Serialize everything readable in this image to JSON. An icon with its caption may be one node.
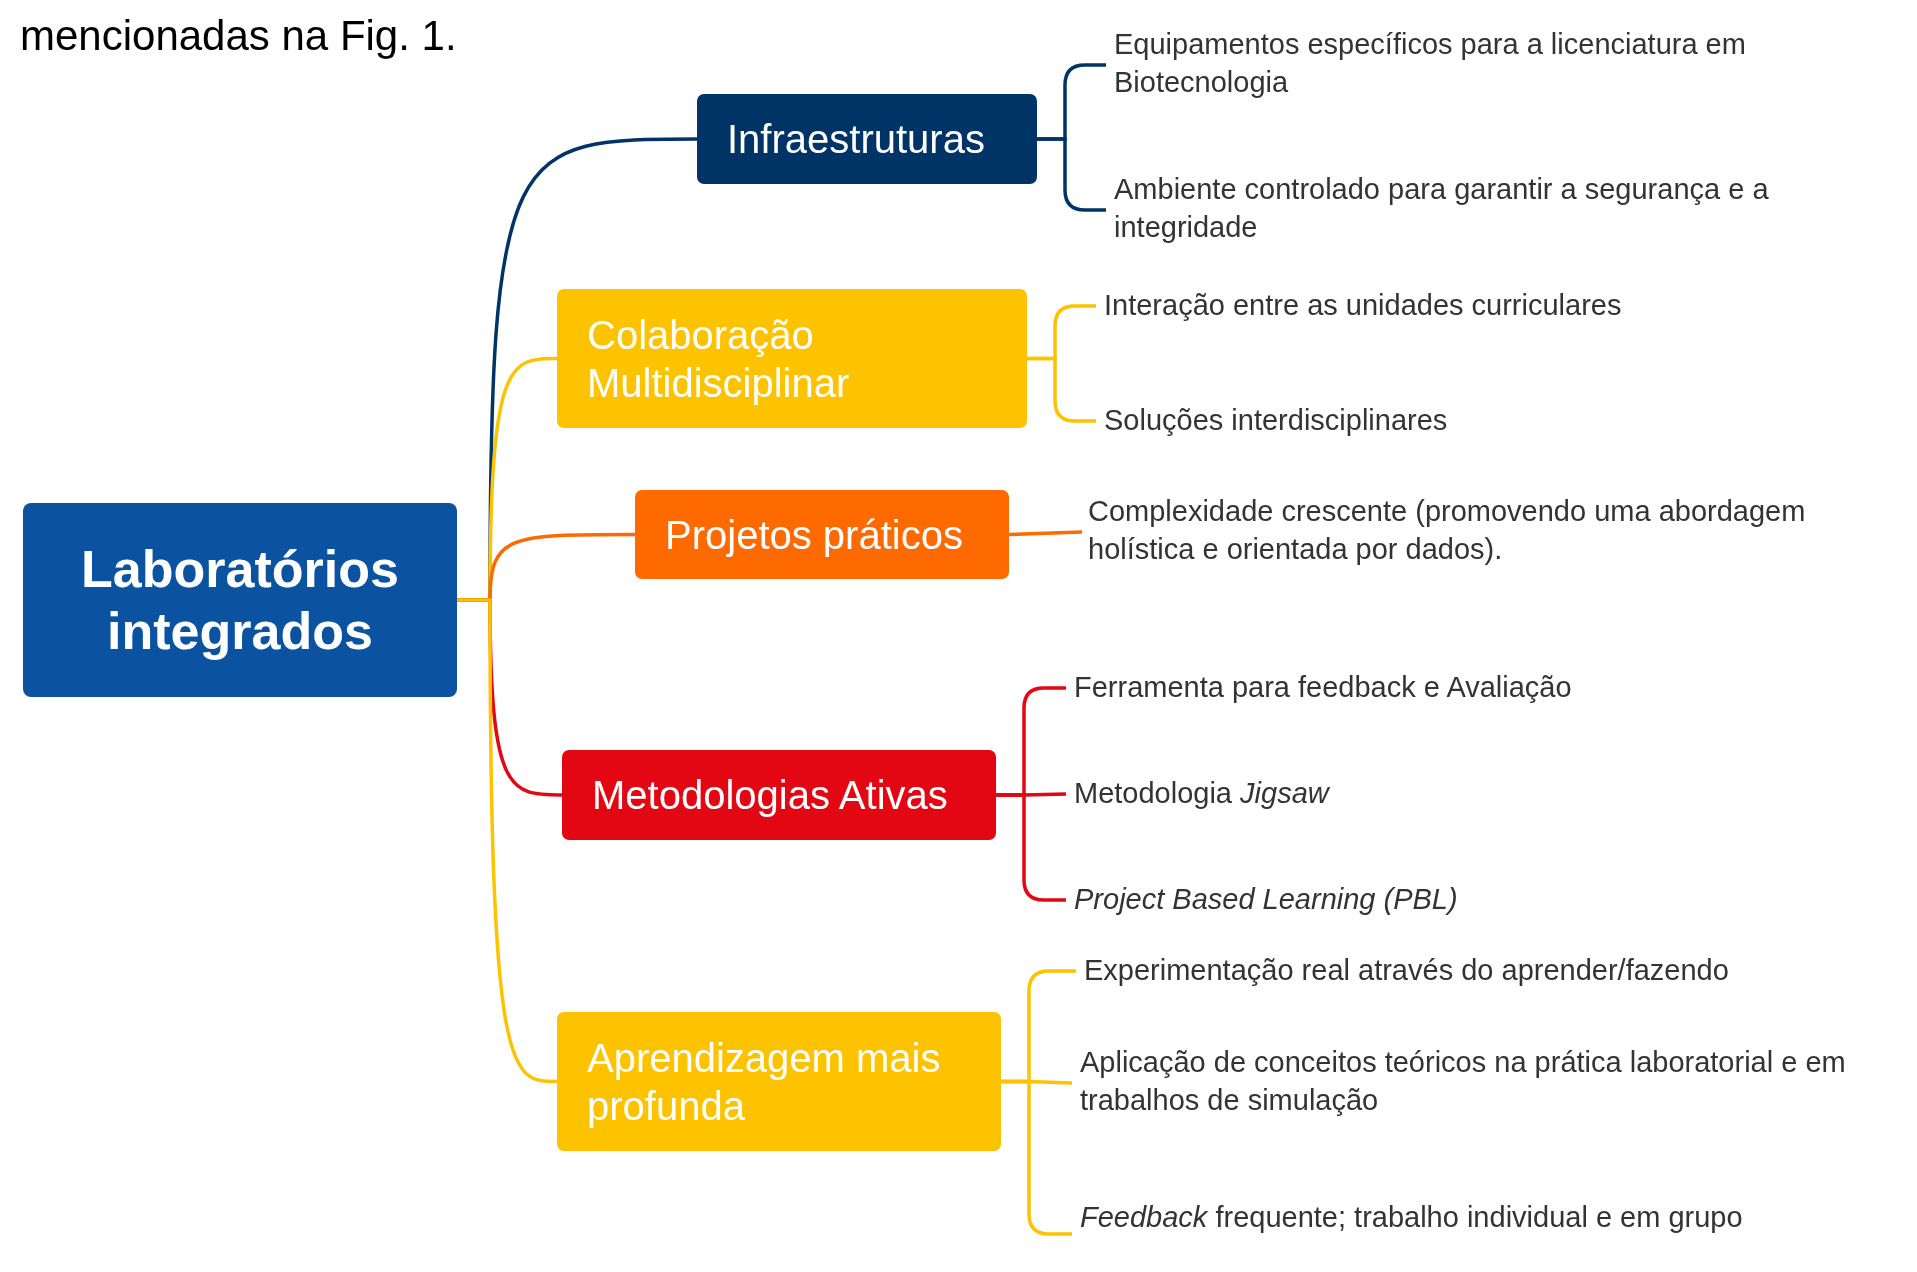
{
  "diagram": {
    "nodes": [
      {
        "text": [
          "Laboratórios integrados"
        ]
      },
      {
        "text": [
          "Infraestruturas"
        ]
      },
      {
        "text": [
          "Equipamentos específicos para a licenciatura em Biotecnologia"
        ]
      },
      {
        "text": [
          "Ambiente controlado para garantir a segurança e a integridade"
        ]
      },
      {
        "text": [
          "Colaboração Multidisciplinar"
        ]
      },
      {
        "text": [
          "Interação entre as unidades curriculares"
        ]
      },
      {
        "text": [
          "Soluções interdisciplinares"
        ]
      },
      {
        "text": [
          "Projetos práticos"
        ]
      },
      {
        "text": [
          "Complexidade crescente (promovendo uma abordagem holística e orientada por dados)."
        ]
      },
      {
        "text": [
          "Metodologias Ativas"
        ]
      },
      {
        "text": [
          "Ferramenta para feedback e Avaliação"
        ]
      },
      {
        "text": [
          "Metodologia *Jigsaw*"
        ]
      },
      {
        "text": [
          "Project Based Learning (PBL)"
        ]
      },
      {
        "text": [
          "Aprendizagem mais profunda"
        ]
      },
      {
        "text": [
          "Experimentação real através do aprender/fazendo"
        ]
      },
      {
        "text": [
          "Aplicação de conceitos teóricos na prática laboratorial e em trabalhos de simulação"
        ]
      },
      {
        "text": [
          "*Feedback* frequente; trabalho individual e em grupo"
        ]
      }
    ],
    "edges": [
      {
        "from": 0,
        "to": 1,
        "arrow": "none",
        "color": "#003366"
      },
      {
        "from": 0,
        "to": 4,
        "arrow": "none",
        "color": "#fdc300"
      },
      {
        "from": 0,
        "to": 7,
        "arrow": "none",
        "color": "#ff6a00"
      },
      {
        "from": 0,
        "to": 9,
        "arrow": "none",
        "color": "#e30613"
      },
      {
        "from": 0,
        "to": 13,
        "arrow": "none",
        "color": "#fdc300"
      },
      {
        "from": 1,
        "to": 2,
        "arrow": "none",
        "color": "#003366"
      },
      {
        "from": 1,
        "to": 3,
        "arrow": "none",
        "color": "#003366"
      },
      {
        "from": 4,
        "to": 5,
        "arrow": "none",
        "color": "#fdc300"
      },
      {
        "from": 4,
        "to": 6,
        "arrow": "none",
        "color": "#fdc300"
      },
      {
        "from": 7,
        "to": 8,
        "arrow": "none",
        "color": "#ff6a00"
      },
      {
        "from": 9,
        "to": 10,
        "arrow": "none",
        "color": "#e30613"
      },
      {
        "from": 9,
        "to": 11,
        "arrow": "none",
        "color": "#e30613"
      },
      {
        "from": 9,
        "to": 12,
        "arrow": "none",
        "color": "#e30613"
      },
      {
        "from": 13,
        "to": 14,
        "arrow": "none",
        "color": "#fdc300"
      },
      {
        "from": 13,
        "to": 15,
        "arrow": "none",
        "color": "#fdc300"
      },
      {
        "from": 13,
        "to": 16,
        "arrow": "none",
        "color": "#fdc300"
      }
    ],
    "labels": [
      "mencionadas na Fig. 1."
    ]
  }
}
